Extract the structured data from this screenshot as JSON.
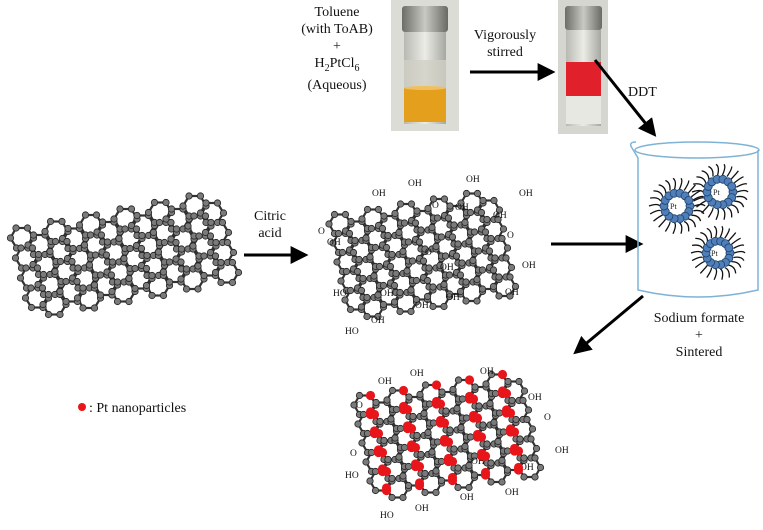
{
  "reagents": {
    "line1": "Toluene",
    "line2": "(with ToAB)",
    "plus": "+",
    "line4_main": "H",
    "line4_sub1": "2",
    "line4_mid": "PtCl",
    "line4_sub2": "6",
    "line5": "(Aqueous)"
  },
  "step_stir": {
    "line1": "Vigorously",
    "line2": "stirred"
  },
  "step_ddt": "DDT",
  "step_citric": {
    "line1": "Citric",
    "line2": "acid"
  },
  "step_final": {
    "line1": "Sodium formate",
    "line2": "+",
    "line3": "Sintered"
  },
  "legend": {
    "text": ": Pt nanoparticles",
    "dot_color": "#e8151b"
  },
  "chem_labels": {
    "carboxyl": "OH",
    "oxygen": "O",
    "ho": "HO",
    "hydroxyl": "OH"
  },
  "particle_label": "Pt",
  "colors": {
    "lattice": "#333333",
    "atom": "#7a7a7a",
    "arrow": "#000000",
    "vial_top_liquid": "#d9d9d0",
    "vial_orange": "#e4a01c",
    "vial_red": "#e0202a",
    "pt_dot": "#e8151b",
    "beaker_outline": "#7fb3d6",
    "particle_blue": "#4f7fb8"
  }
}
